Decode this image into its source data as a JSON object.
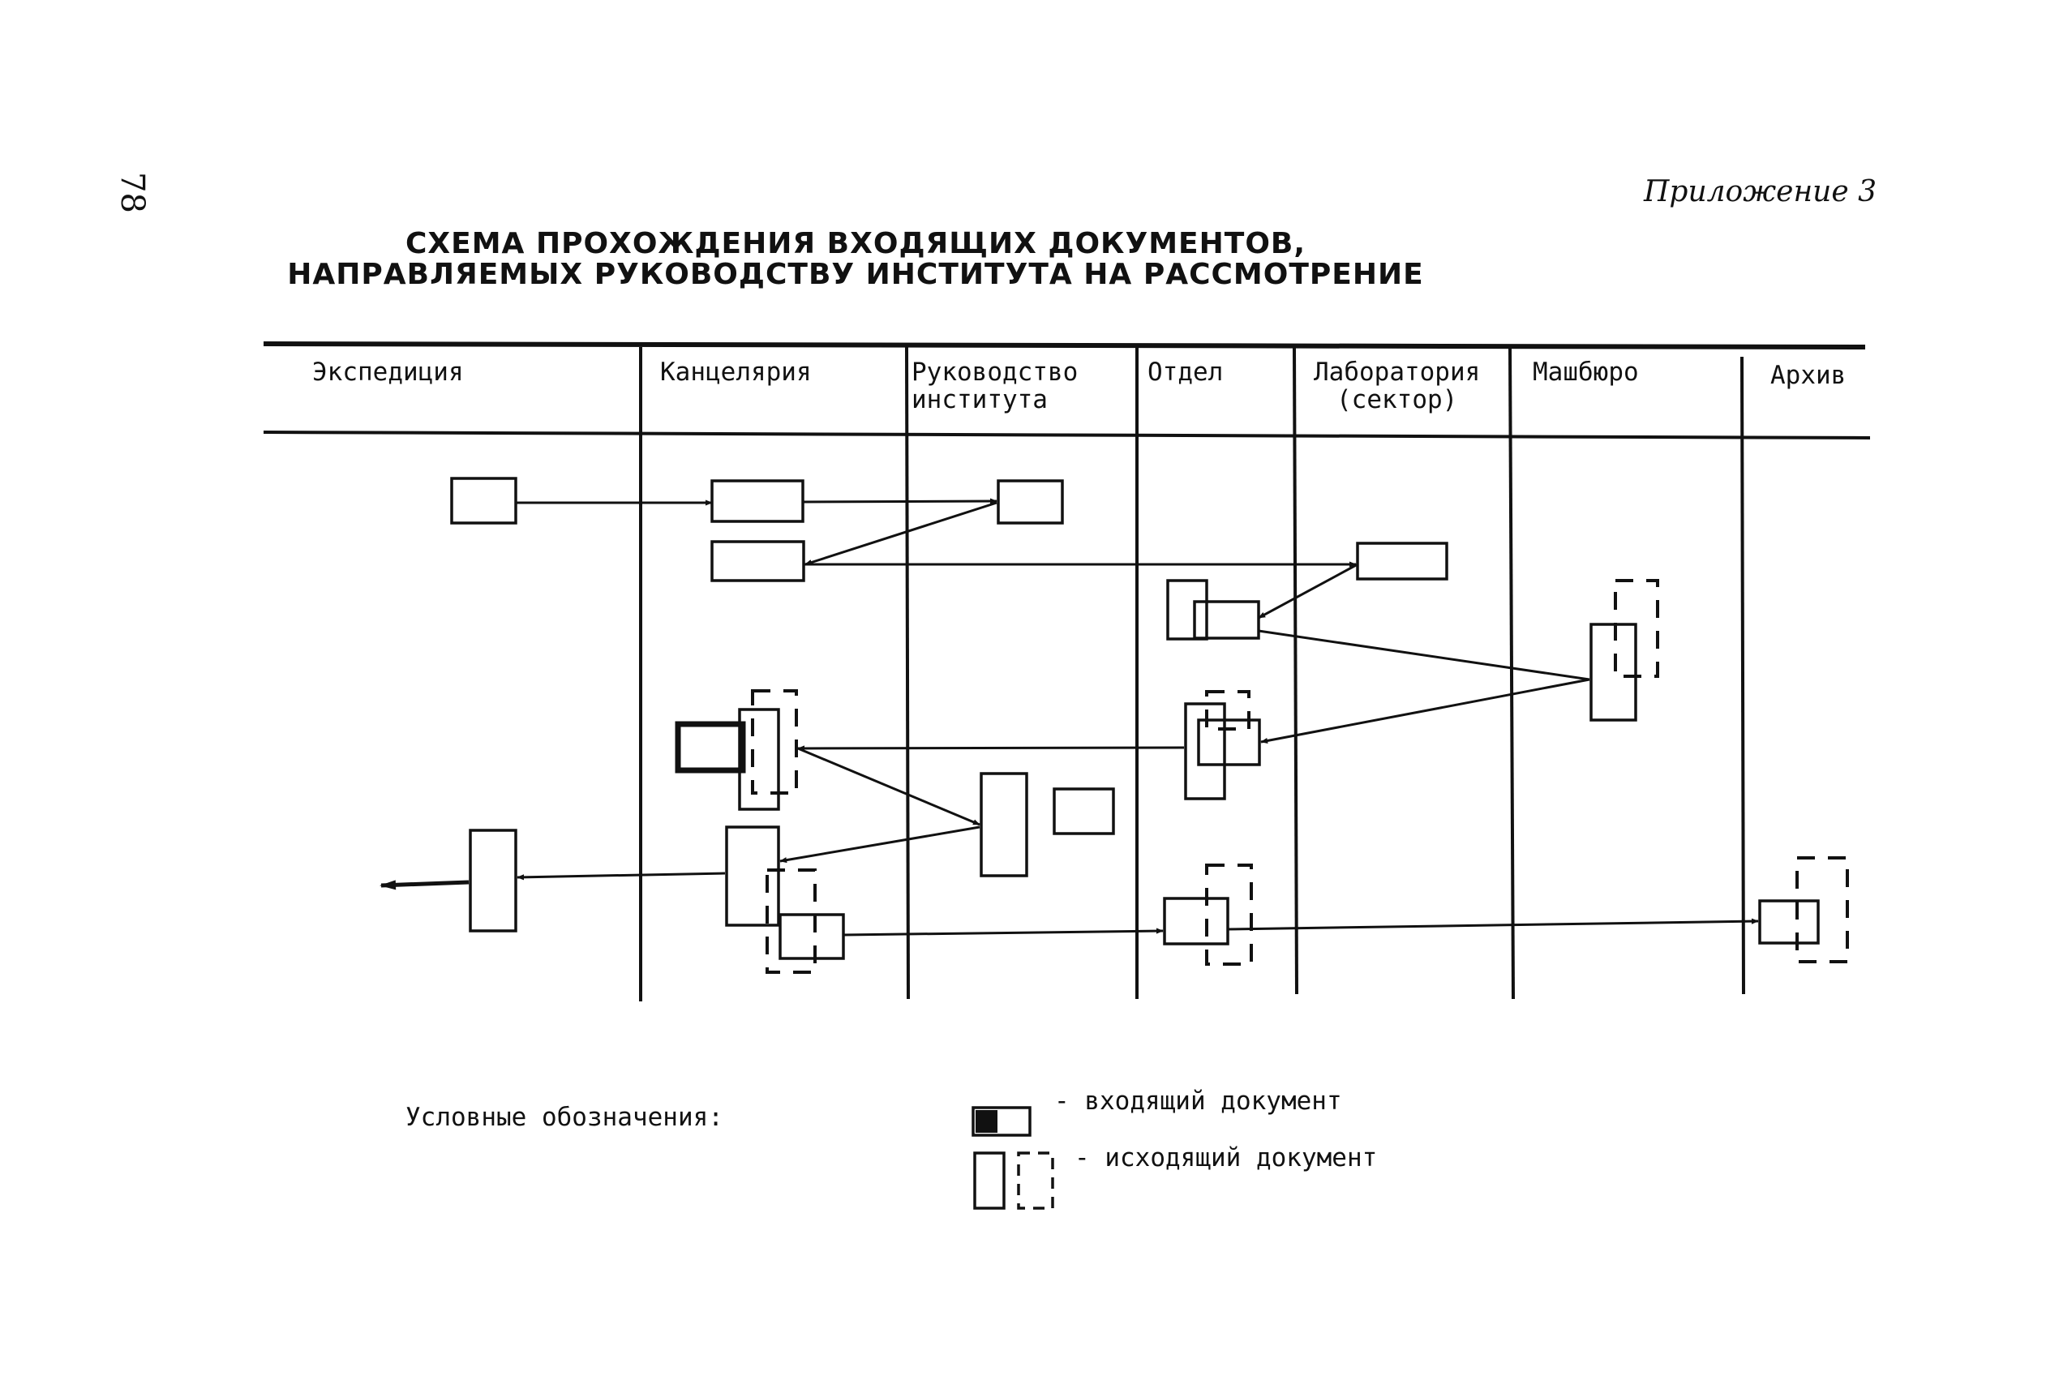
{
  "page_number": "78",
  "appendix": "Приложение 3",
  "title": {
    "line1": "СХЕМА ПРОХОЖДЕНИЯ ВХОДЯЩИХ ДОКУМЕНТОВ,",
    "line2": "НАПРАВЛЯЕМЫХ РУКОВОДСТВУ ИНСТИТУТА НА РАССМОТРЕНИЕ"
  },
  "columns": [
    {
      "label": "Экспедиция"
    },
    {
      "label": "Канцелярия"
    },
    {
      "label": "Руководство\nинститута"
    },
    {
      "label": "Отдел"
    },
    {
      "label": "Лаборатория\n(сектор)"
    },
    {
      "label": "Машбюро"
    },
    {
      "label": "Архив"
    }
  ],
  "legend": {
    "caption": "Условные обозначения:",
    "incoming": "- входящий документ",
    "outgoing": "- исходящий документ"
  }
}
